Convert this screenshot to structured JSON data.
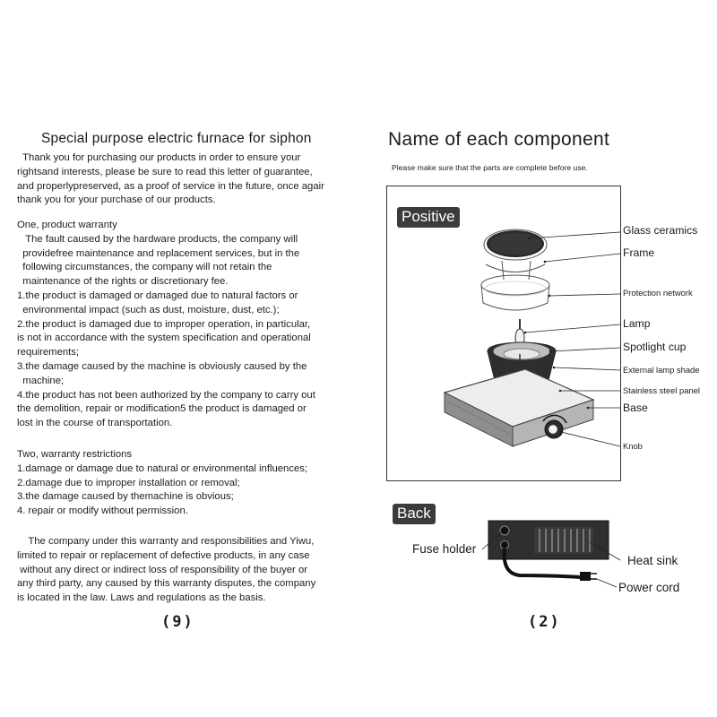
{
  "left_page": {
    "title": "Special purpose electric furnace for siphon",
    "intro": "  Thank you for purchasing our products in order to ensure your\nrightsand interests, please be sure to read this letter of guarantee,\nand properlypreserved, as a proof of service in the future, once agair\nthank you for your purchase of our products.",
    "warranty": "One, product warranty\n   The fault caused by the hardware products, the company will\n  providefree maintenance and replacement services, but in the\n  following circumstances, the company will not retain the\n  maintenance of the rights or discretionary fee.\n1.the product is damaged or damaged due to natural factors or\n  environmental impact (such as dust, moisture, dust, etc.);\n2.the product is damaged due to improper operation, in particular,\nis not in accordance with the system specification and operational\nrequirements;\n3.the damage caused by the machine is obviously caused by the\n  machine;\n4.the product has not been authorized by the company to carry out\nthe demolition, repair or modification5 the product is damaged or\nlost in the course of transportation.",
    "restrictions": "Two, warranty restrictions\n1.damage or damage due to natural or environmental influences;\n2.damage due to improper installation or removal;\n3.the damage caused by themachine is obvious;\n4. repair or modify without permission.",
    "closing": "    The company under this warranty and responsibilities and Yiwu,\nlimited to repair or replacement of defective products, in any case\n without any direct or indirect loss of responsibility of the buyer or\nany third party, any caused by this warranty disputes, the company\nis located in the law. Laws and regulations as the basis.",
    "page_number": "(9)"
  },
  "right_page": {
    "title": "Name of each component",
    "subtitle": "Please make sure that the parts are complete before use.",
    "positive_label": "Positive",
    "back_label": "Back",
    "front_parts": {
      "glass_ceramics": "Glass ceramics",
      "frame": "Frame",
      "protection_network": "Protection network",
      "lamp": "Lamp",
      "spotlight_cup": "Spotlight cup",
      "external_lamp_shade": "External lamp shade",
      "stainless_steel_panel": "Stainless steel panel",
      "base": "Base",
      "knob": "Knob"
    },
    "back_parts": {
      "fuse_holder": "Fuse holder",
      "heat_sink": "Heat sink",
      "power_cord": "Power cord"
    },
    "page_number": "(2)"
  }
}
